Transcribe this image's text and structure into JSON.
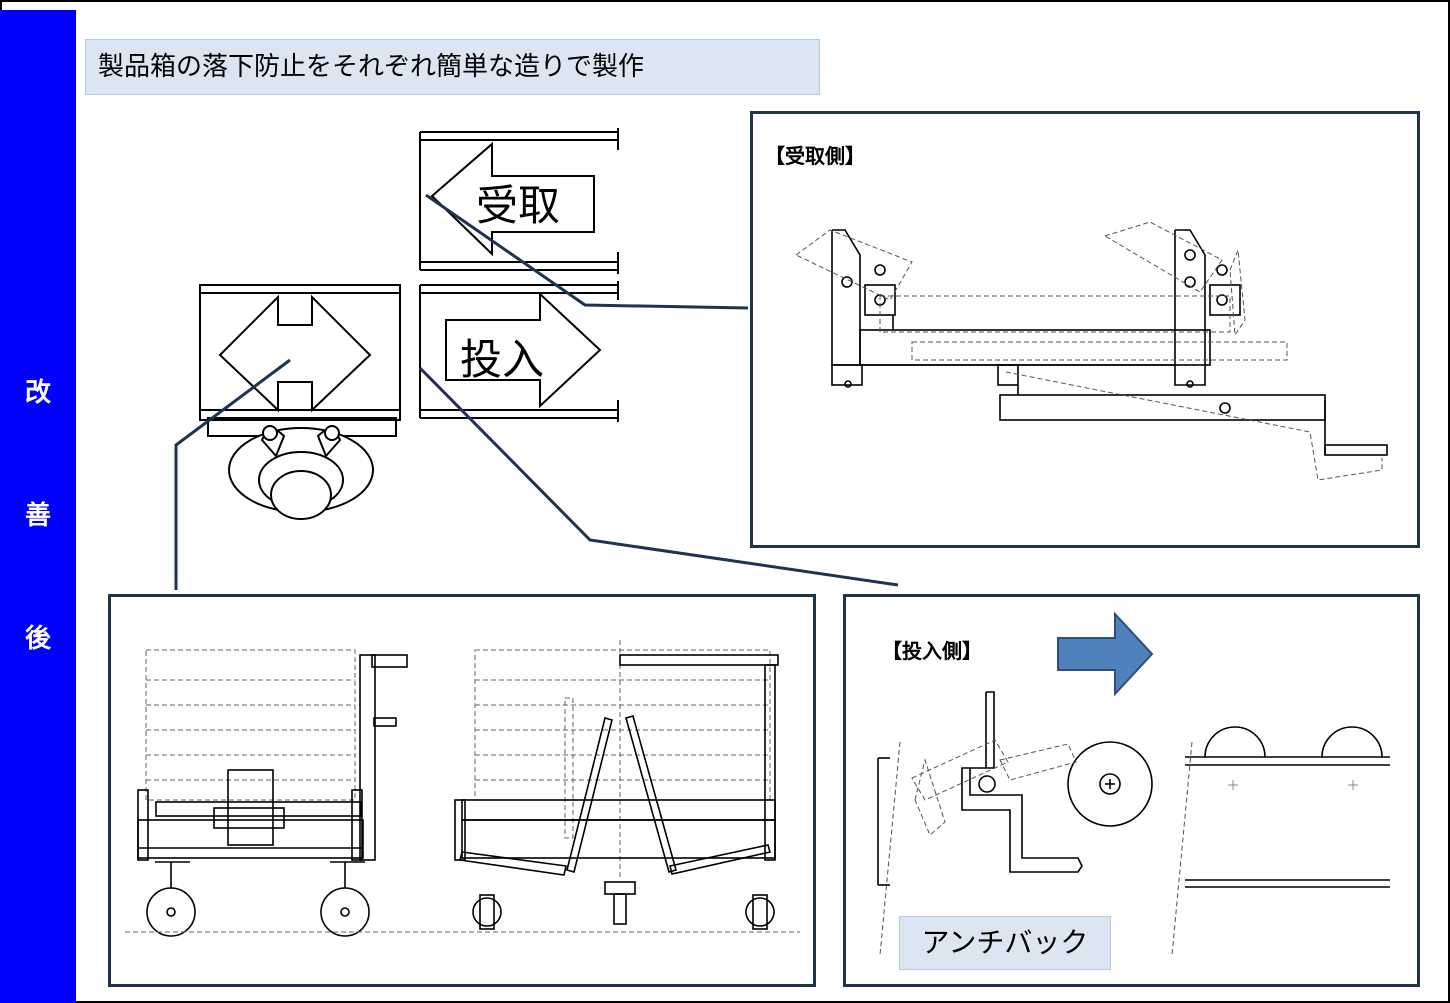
{
  "side_label": [
    "改",
    "善",
    "後"
  ],
  "title": "製品箱の落下防止をそれぞれ簡単な造りで製作",
  "arrows": {
    "receive": "受取",
    "insert": "投入"
  },
  "panels": {
    "receive_side": "【受取側】",
    "insert_side": "【投入側】",
    "anti_back": "アンチバック"
  },
  "colors": {
    "side_bar": "#0000ff",
    "panel_border": "#1f3350",
    "label_fill": "#dce6f2",
    "arrow_fill": "#4f81bd"
  }
}
